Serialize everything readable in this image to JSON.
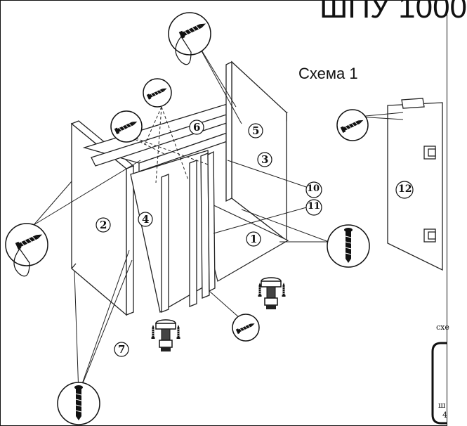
{
  "header": {
    "title_fragment": "ШПУ 1000"
  },
  "scheme": {
    "label": "Схема 1"
  },
  "parts": {
    "p1": "1",
    "p2": "2",
    "p3": "3",
    "p4": "4",
    "p5": "5",
    "p6": "6",
    "p7": "7",
    "p10": "10",
    "p11": "11",
    "p12": "12"
  },
  "corner": {
    "line1": "схе",
    "line2": "ш",
    "line3": "4"
  },
  "icons": [
    "screw-icon",
    "screw-with-key-icon",
    "adjustable-leg-icon",
    "hinge-icon",
    "dowel-icon"
  ]
}
